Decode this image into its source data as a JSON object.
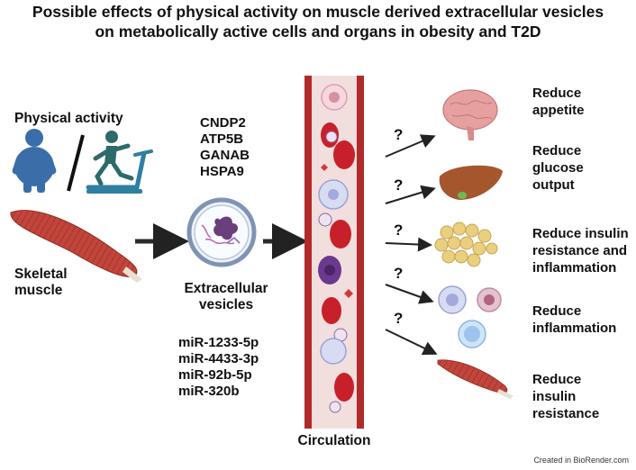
{
  "title_line1": "Possible effects of physical activity on muscle derived extracellular vesicles",
  "title_line2": "on metabolically active cells and organs in obesity and T2D",
  "physical_activity": "Physical activity",
  "skeletal_line1": "Skeletal",
  "skeletal_line2": "muscle",
  "proteins": [
    "CNDP2",
    "ATP5B",
    "GANAB",
    "HSPA9"
  ],
  "ev_line1": "Extracellular",
  "ev_line2": "vesicles",
  "mirnas": [
    "miR-1233-5p",
    "miR-4433-3p",
    "miR-92b-5p",
    "miR-320b"
  ],
  "circulation": "Circulation",
  "question_mark": "?",
  "effects": [
    [
      "Reduce",
      "appetite"
    ],
    [
      "Reduce",
      "glucose",
      "output"
    ],
    [
      "Reduce insulin",
      "resistance and",
      "inflammation"
    ],
    [
      "Reduce",
      "inflammation"
    ],
    [
      "Reduce",
      "insulin",
      "resistance"
    ]
  ],
  "credit": "Created in BioRender.com",
  "colors": {
    "vessel_wall": "#b12a2a",
    "vessel_lumen": "#f3dede",
    "rbc": "#c8202a",
    "brain": "#e7a0a0",
    "liver": "#a5562c",
    "fat": "#e9cf7e",
    "person": "#3b6ea8",
    "muscle": "#c2453b",
    "arrow": "#222222"
  }
}
